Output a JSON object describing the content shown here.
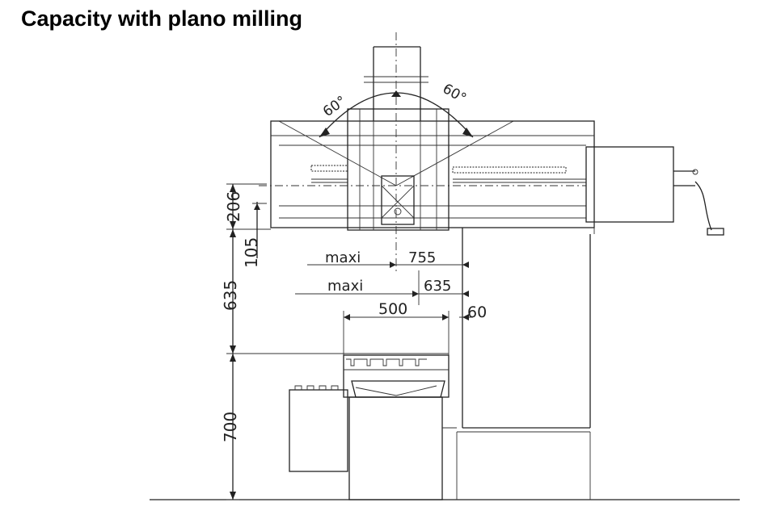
{
  "title": "Capacity with plano milling",
  "dimensions": {
    "d206": "206",
    "d105": "105",
    "d635v": "635",
    "d700": "700",
    "maxi1": "maxi",
    "d755": "755",
    "maxi2": "maxi",
    "d635h": "635",
    "d500": "500",
    "d60": "60",
    "angle_left": "60°",
    "angle_right": "60°"
  },
  "colors": {
    "ink": "#222222",
    "paper": "#ffffff",
    "blue_ink": "#2b3d8f"
  }
}
